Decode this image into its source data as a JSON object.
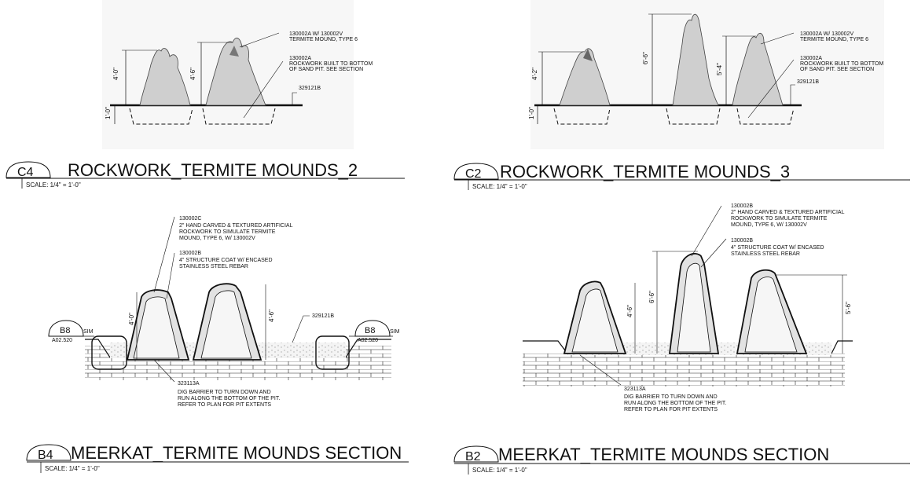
{
  "views": {
    "c4": {
      "tag": "C4",
      "title": "ROCKWORK_TERMITE MOUNDS_2",
      "scale": "SCALE: 1/4\" = 1'-0\"",
      "dims": [
        "4'-0\"",
        "4'-6\"",
        "1'-0\""
      ],
      "notes": {
        "n1a": "130002A W/ 130002V",
        "n1b": "TERMITE MOUND, TYPE 6",
        "n2a": "130002A",
        "n2b": "ROCKWORK BUILT TO BOTTOM",
        "n2c": "OF SAND PIT. SEE SECTION",
        "n3": "329121B"
      }
    },
    "c2": {
      "tag": "C2",
      "title": "ROCKWORK_TERMITE MOUNDS_3",
      "scale": "SCALE: 1/4\" = 1'-0\"",
      "dims": [
        "4'-2\"",
        "6'-6\"",
        "5'-4\"",
        "1'-0\""
      ],
      "notes": {
        "n1a": "130002A W/ 130002V",
        "n1b": "TERMITE MOUND, TYPE 6",
        "n2a": "130002A",
        "n2b": "ROCKWORK BUILT TO BOTTOM",
        "n2c": "OF SAND PIT. SEE SECTION",
        "n3": "329121B"
      }
    },
    "b4": {
      "tag": "B4",
      "title": "MEERKAT_TERMITE MOUNDS SECTION",
      "scale": "SCALE: 1/4\" = 1'-0\"",
      "dims": [
        "4'-0\"",
        "4'-6\""
      ],
      "notes": {
        "n1a": "130002C",
        "n1b": "2\" HAND CARVED & TEXTURED ARTIFICIAL",
        "n1c": "ROCKWORK TO SIMULATE TERMITE",
        "n1d": "MOUND, TYPE 6, W/ 130002V",
        "n2a": "130002B",
        "n2b": "4\" STRUCTURE COAT W/ ENCASED",
        "n2c": "STAINLESS STEEL REBAR",
        "n3": "329121B",
        "n4a": "323113A",
        "n4b": "DIG BARRIER TO TURN DOWN AND",
        "n4c": "RUN ALONG THE BOTTOM OF THE PIT.",
        "n4d": "REFER TO PLAN FOR PIT EXTENTS"
      },
      "section_refs": [
        {
          "id": "B8",
          "sheet": "A02.520",
          "sim": "SIM"
        },
        {
          "id": "B8",
          "sheet": "A02.520",
          "sim": "SIM"
        }
      ]
    },
    "b2": {
      "tag": "B2",
      "title": "MEERKAT_TERMITE MOUNDS SECTION",
      "scale": "SCALE: 1/4\" = 1'-0\"",
      "dims": [
        "4'-6\"",
        "6'-6\"",
        "5'-6\""
      ],
      "notes": {
        "n1a": "130002B",
        "n1b": "2\" HAND CARVED & TEXTURED ARTIFICIAL",
        "n1c": "ROCKWORK TO SIMULATE TERMITE",
        "n1d": "MOUND, TYPE 6, W/ 130002V",
        "n2a": "130002B",
        "n2b": "4\" STRUCTURE COAT W/ ENCASED",
        "n2c": "STAINLESS STEEL REBAR",
        "n4a": "323113A",
        "n4b": "DIG BARRIER TO TURN DOWN AND",
        "n4c": "RUN ALONG THE BOTTOM OF THE PIT.",
        "n4d": "REFER TO PLAN FOR PIT EXTENTS"
      }
    }
  }
}
